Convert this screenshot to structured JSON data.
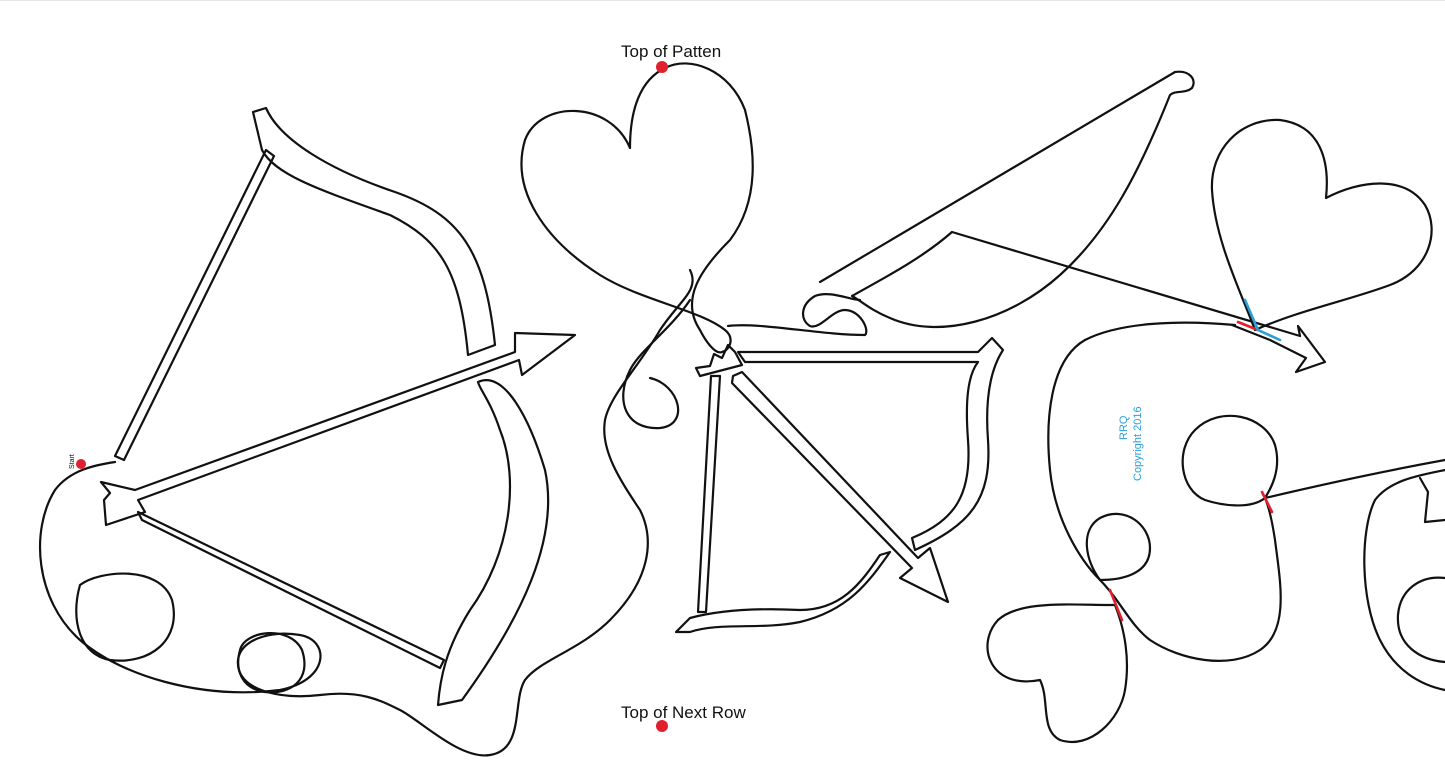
{
  "labels": {
    "top_of_pattern": "Top of Patten",
    "top_of_next_row": "Top of Next Row",
    "start": "Start",
    "copyright_line1": "RRQ",
    "copyright_line2": "Copyright 2016"
  },
  "colors": {
    "line": "#111111",
    "marker": "#e0202e",
    "copyright": "#2aa0d8",
    "join_red": "#e0202e",
    "join_blue": "#2aa0d8"
  },
  "icons": {
    "start_marker": "red-dot-icon",
    "top_marker": "red-dot-icon",
    "next_row_marker": "red-dot-icon"
  }
}
